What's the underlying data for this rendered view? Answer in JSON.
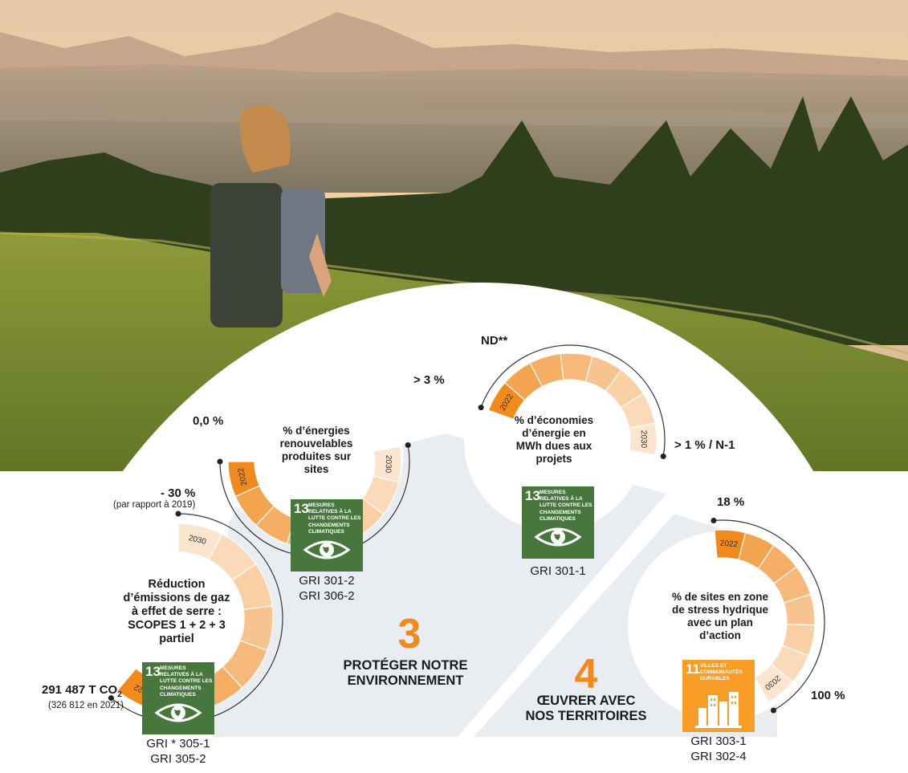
{
  "colors": {
    "orange": "#f08a1d",
    "sdg13_green": "#48773e",
    "sdg11_orange": "#f99d26",
    "panel_grey": "#e9edf2"
  },
  "chart_data": [
    {
      "type": "gauge",
      "label": "Réduction d’émissions de gaz à effet de serre : SCOPES 1 + 2 + 3 partiel",
      "start_label": "2022",
      "end_label": "2030",
      "value_2022": "291 487 T CO",
      "value_2022_sub": "2",
      "value_2022_note": "(326 812 en 2021)",
      "target_2030": "- 30 %",
      "target_2030_note": "(par rapport à 2019)",
      "progress": 0.2,
      "sdg": {
        "number": "13",
        "text": "MESURES RELATIVES À LA LUTTE CONTRE LES CHANGEMENTS CLIMATIQUES",
        "icon": "eye-earth-icon"
      },
      "gri": [
        "GRI * 305-1",
        "GRI 305-2"
      ]
    },
    {
      "type": "gauge",
      "label": "% d’énergies renouvelables produites sur sites",
      "start_label": "2022",
      "end_label": "2030",
      "value_2022": "0,0 %",
      "target_2030": "> 3 %",
      "progress": 0.2,
      "sdg": {
        "number": "13",
        "text": "MESURES RELATIVES À LA LUTTE CONTRE LES CHANGEMENTS CLIMATIQUES",
        "icon": "eye-earth-icon"
      },
      "gri": [
        "GRI 301-2",
        "GRI 306-2"
      ]
    },
    {
      "type": "gauge",
      "label": "% d’économies d’énergie en MWh dues aux projets",
      "start_label": "2022",
      "end_label": "2030",
      "value_2022": "ND**",
      "target_2030": "> 1 % / N-1",
      "progress": 0.2,
      "sdg": {
        "number": "13",
        "text": "MESURES RELATIVES À LA LUTTE CONTRE LES CHANGEMENTS CLIMATIQUES",
        "icon": "eye-earth-icon"
      },
      "gri": [
        "GRI 301-1"
      ]
    },
    {
      "type": "gauge",
      "label": "% de sites en zone de stress hydrique avec un plan d’action",
      "start_label": "2022",
      "end_label": "2030",
      "value_2022": "18 %",
      "target_2030": "100 %",
      "progress": 0.2,
      "sdg": {
        "number": "11",
        "text": "VILLES ET COMMUNAUTÉS DURABLES",
        "icon": "city-buildings-icon"
      },
      "gri": [
        "GRI 303-1",
        "GRI 302-4"
      ]
    }
  ],
  "sections": [
    {
      "number": "3",
      "title_line1": "PROTÉGER NOTRE",
      "title_line2": "ENVIRONNEMENT"
    },
    {
      "number": "4",
      "title_line1": "ŒUVRER AVEC",
      "title_line2": "NOS TERRITOIRES"
    }
  ]
}
